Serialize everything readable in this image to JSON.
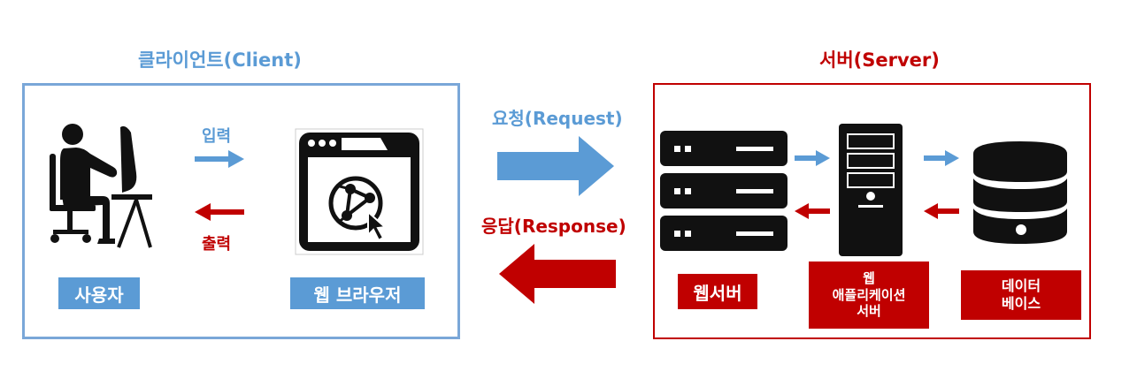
{
  "client": {
    "title": "클라이언트(Client)",
    "input_label": "입력",
    "output_label": "출력",
    "user_label": "사용자",
    "browser_label": "웹 브라우저"
  },
  "middle": {
    "request_label": "요청(Request)",
    "response_label": "응답(Response)"
  },
  "server": {
    "title": "서버(Server)",
    "web_server_label": "웹서버",
    "was_label": [
      "웹",
      "애플리케이션",
      "서버"
    ],
    "db_label": [
      "데이터",
      "베이스"
    ]
  },
  "colors": {
    "blue": "#5b9bd5",
    "red": "#c00000",
    "icon": "#111111"
  },
  "icons": [
    "user-at-computer-icon",
    "web-browser-icon",
    "server-rack-icon",
    "tower-server-icon",
    "database-icon"
  ]
}
